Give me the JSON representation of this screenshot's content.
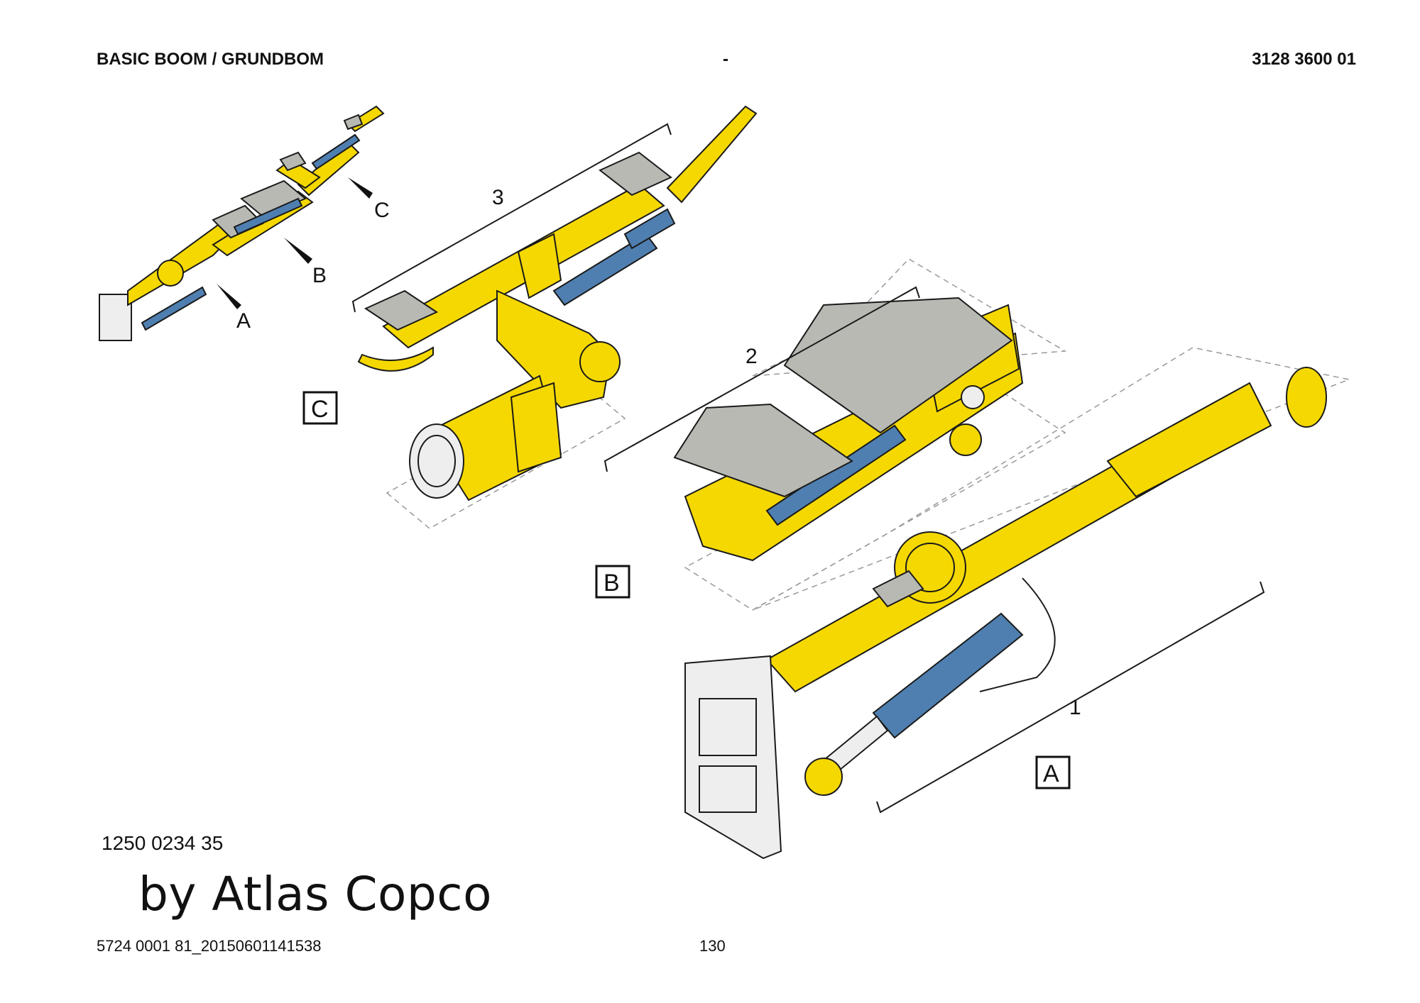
{
  "header": {
    "title": "BASIC BOOM / GRUNDBOM",
    "separator": "-",
    "part_number": "3128 3600 01"
  },
  "illustration": {
    "overview_callouts": [
      "A",
      "B",
      "C"
    ],
    "item_numbers": [
      "1",
      "2",
      "3"
    ],
    "section_labels": [
      "A",
      "B",
      "C"
    ]
  },
  "drawing_number": "1250 0234 35",
  "watermark": "by Atlas Copco",
  "footer": {
    "document_id": "5724 0001 81_20150601141538",
    "page_number": "130"
  },
  "colors": {
    "boom_yellow": "#f5d800",
    "cylinder_blue": "#4f7fb0",
    "plate_grey": "#b9b9b4",
    "outline": "#1a1a1a"
  }
}
